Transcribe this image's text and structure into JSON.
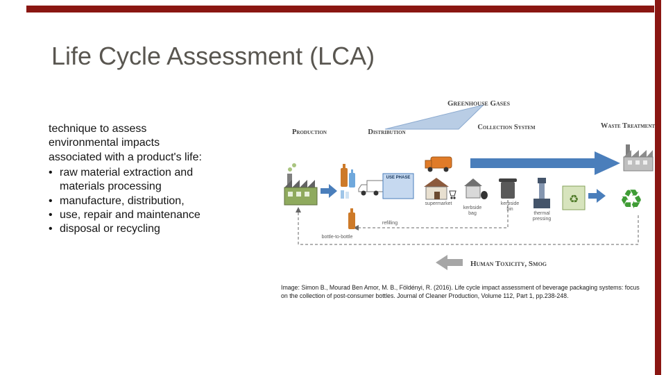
{
  "slide": {
    "title": "Life Cycle Assessment (LCA)",
    "accent_color": "#8a1612",
    "title_color": "#595650"
  },
  "body": {
    "intro": "technique to assess\nenvironmental impacts\nassociated with a product's life:",
    "bullets": [
      "raw material extraction and materials processing",
      "manufacture, distribution,",
      "use, repair and maintenance",
      "disposal or recycling"
    ]
  },
  "diagram": {
    "impacts": {
      "top": "Greenhouse Gases",
      "bottom": "Human Toxicity, Smog"
    },
    "stages": {
      "production": "Production",
      "distribution": "Distribution",
      "collection_system": "Collection System",
      "waste_treatment": "Waste Treatment"
    },
    "labels": {
      "use_phase": "USE PHASE",
      "supermarket": "supermarket",
      "kerbside_bag": "kerbside bag",
      "kerbside_bin": "kerbside bin",
      "thermal_pressing": "thermal pressing",
      "refilling": "refilling",
      "bottle_to_bottle": "bottle-to-bottle"
    },
    "icons": {
      "recycle": "♻"
    },
    "colors": {
      "arrow_blue": "#4a7ebb",
      "light_blue": "#b9cde5",
      "recycle_green": "#3f9c35"
    }
  },
  "citation": "Image: Simon B., Mourad Ben Amor, M. B., Földényi, R. (2016). Life cycle impact assessment of beverage packaging systems: focus on the collection of post-consumer bottles. Journal of Cleaner Production, Volume 112, Part 1, pp.238-248."
}
